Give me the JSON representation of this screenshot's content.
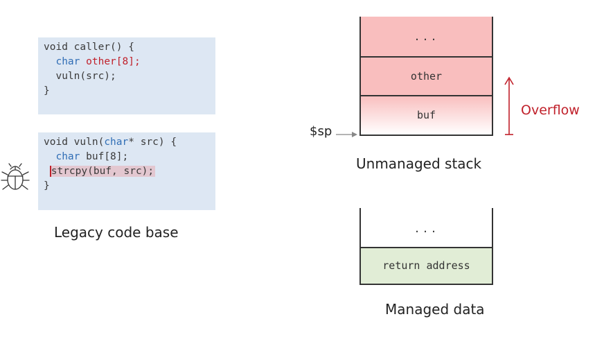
{
  "legacy": {
    "caller": {
      "line1": "void caller() {",
      "line2_kw": "char",
      "line2_var": "other[8];",
      "line3": "vuln(src);",
      "line4": "}"
    },
    "vuln": {
      "line1_a": "void vuln(",
      "line1_kw": "char",
      "line1_b": "* src) {",
      "line2_kw": "char",
      "line2_rest": "buf[8];",
      "line3": "strcpy(buf, src);",
      "line4": "}"
    },
    "caption": "Legacy code base"
  },
  "unmanaged": {
    "cells": [
      "...",
      "other",
      "buf"
    ],
    "sp_label": "$sp",
    "overflow_label": "Overflow",
    "caption": "Unmanaged stack"
  },
  "managed": {
    "cells": [
      "...",
      "return address"
    ],
    "caption": "Managed data"
  },
  "colors": {
    "code_bg": "#dde7f3",
    "stack_red": "#f9bebe",
    "managed_green": "#e1edd6",
    "overflow_red": "#c0202a"
  }
}
